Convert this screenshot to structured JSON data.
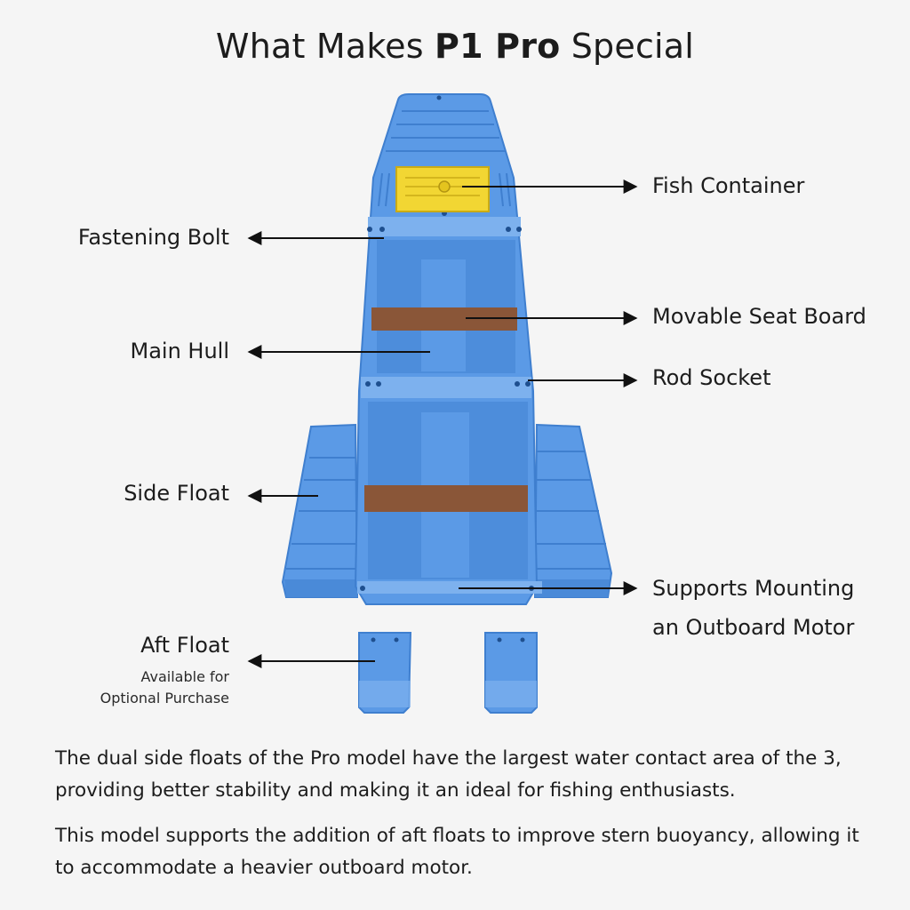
{
  "title": {
    "prefix": "What Makes ",
    "bold": "P1 Pro",
    "suffix": " Special"
  },
  "labels": {
    "fish_container": "Fish Container",
    "fastening_bolt": "Fastening Bolt",
    "movable_seat_board": "Movable Seat Board",
    "main_hull": "Main Hull",
    "rod_socket": "Rod Socket",
    "side_float": "Side Float",
    "supports_motor_line1": "Supports Mounting",
    "supports_motor_line2": "an Outboard Motor",
    "aft_float": "Aft Float",
    "aft_note_line1": "Available for",
    "aft_note_line2": "Optional Purchase"
  },
  "description": {
    "p1": "The dual side floats of the Pro model have the largest water contact area of the 3, providing better stability and making it an ideal for fishing enthusiasts.",
    "p2": "This model supports the addition of aft floats to improve stern buoyancy, allowing it to accommodate a heavier outboard motor."
  },
  "colors": {
    "hull": "#5b9ae6",
    "hull_dark": "#3f7fcf",
    "hull_light": "#7db1ee",
    "seat": "#8a5638",
    "container": "#f2d633"
  }
}
